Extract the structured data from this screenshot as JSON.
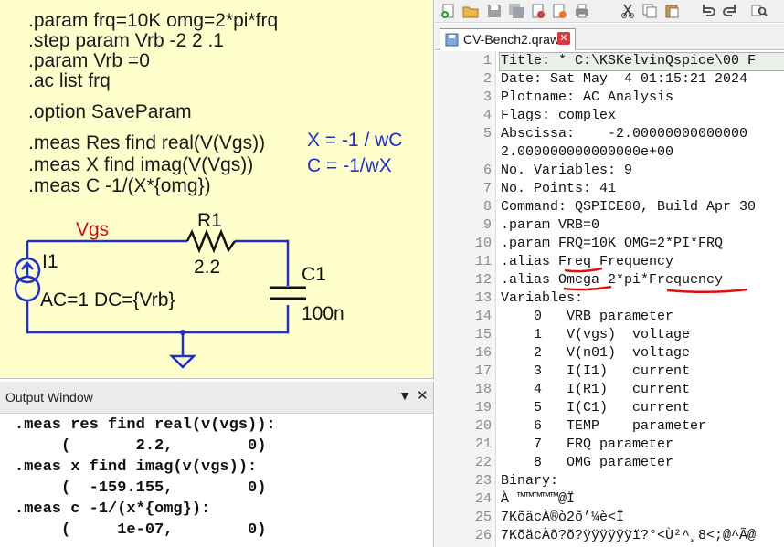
{
  "schematic": {
    "lines": [
      ".param frq=10K omg=2*pi*frq",
      ".step param Vrb -2 2 .1",
      ".param Vrb =0",
      ".ac list frq",
      ".option SaveParam",
      ".meas Res find real(V(Vgs))",
      ".meas X find imag(V(Vgs))",
      ".meas C -1/(X*{omg})"
    ],
    "notes": [
      "X = -1 / wC",
      "C = -1/wX"
    ],
    "net_label": "Vgs",
    "resistor_name": "R1",
    "resistor_value": "2.2",
    "capacitor_name": "C1",
    "capacitor_value": "100n",
    "source_name": "I1",
    "source_value": "AC=1 DC={Vrb}",
    "colors": {
      "background": "#ffffcc",
      "wire": "#1f2fcf",
      "net_label": "#d01010",
      "note": "#1f2fcf"
    }
  },
  "output_window": {
    "title": "Output Window",
    "lines": [
      ".meas res find real(v(vgs)):",
      "     (       2.2,        0)",
      ".meas x find imag(v(vgs)):",
      "     (  -159.155,        0)",
      ".meas c -1/(x*{omg}):",
      "     (     1e-07,        0)"
    ]
  },
  "toolbar": {
    "icons": [
      "new-document-icon",
      "open-folder-icon",
      "save-icon",
      "save-all-icon",
      "close-icon",
      "close-all-icon",
      "print-icon",
      "cut-icon",
      "copy-icon",
      "paste-icon",
      "undo-icon",
      "redo-icon",
      "find-icon"
    ]
  },
  "tab": {
    "label": "CV-Bench2.qraw",
    "close_symbol": "✕"
  },
  "editor": {
    "line_numbers": [
      "1",
      "2",
      "3",
      "4",
      "5",
      "",
      "6",
      "7",
      "8",
      "9",
      "10",
      "11",
      "12",
      "13",
      "14",
      "15",
      "16",
      "17",
      "18",
      "19",
      "20",
      "21",
      "22",
      "23",
      "24",
      "25",
      "26"
    ],
    "lines": [
      "Title: * C:\\KSKelvinQspice\\00 F",
      "Date: Sat May  4 01:15:21 2024",
      "Plotname: AC Analysis",
      "Flags: complex",
      "Abscissa:    -2.00000000000000",
      "2.000000000000000e+00",
      "No. Variables: 9",
      "No. Points: 41",
      "Command: QSPICE80, Build Apr 30",
      ".param VRB=0",
      ".param FRQ=10K OMG=2*PI*FRQ",
      ".alias Freq Frequency",
      ".alias Omega 2*pi*Frequency",
      "Variables:",
      "    0   VRB parameter",
      "    1   V(vgs)  voltage",
      "    2   V(n01)  voltage",
      "    3   I(I1)   current",
      "    4   I(R1)   current",
      "    5   I(C1)   current",
      "    6   TEMP    parameter",
      "    7   FRQ parameter",
      "    8   OMG parameter",
      "Binary:",
      "À ™™™™™@Ï",
      "7KõäcÀ®ò2õ’¼è<Ï",
      "7KõäcÀõ?õ?ÿÿÿÿÿÿï?°<Ù²^¸8<;@^Ã@"
    ],
    "underline_color": "#e01010"
  }
}
